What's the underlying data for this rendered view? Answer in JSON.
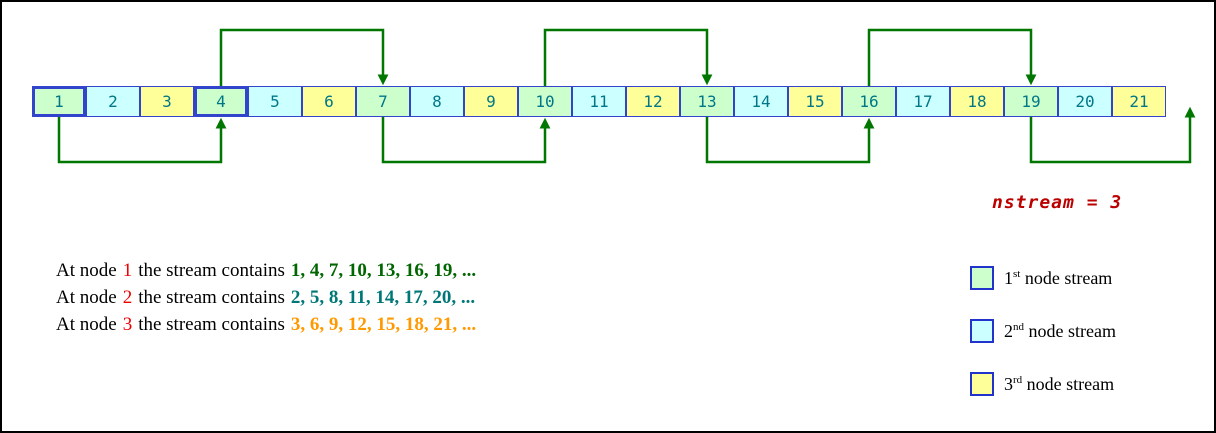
{
  "colors": {
    "stream1": "#ccffcc",
    "stream2": "#ccffff",
    "stream3": "#ffff99",
    "cell_border": "#3344cc",
    "arrow": "#007700",
    "node_red": "#ee0000",
    "seq1": "#006600",
    "seq2": "#007777",
    "seq3": "#ff9900",
    "nstream": "#bb0000"
  },
  "strip": {
    "cells": [
      {
        "value": "1",
        "stream": 1,
        "highlight": true
      },
      {
        "value": "2",
        "stream": 2,
        "highlight": false
      },
      {
        "value": "3",
        "stream": 3,
        "highlight": false
      },
      {
        "value": "4",
        "stream": 1,
        "highlight": true
      },
      {
        "value": "5",
        "stream": 2,
        "highlight": false
      },
      {
        "value": "6",
        "stream": 3,
        "highlight": false
      },
      {
        "value": "7",
        "stream": 1,
        "highlight": false
      },
      {
        "value": "8",
        "stream": 2,
        "highlight": false
      },
      {
        "value": "9",
        "stream": 3,
        "highlight": false
      },
      {
        "value": "10",
        "stream": 1,
        "highlight": false
      },
      {
        "value": "11",
        "stream": 2,
        "highlight": false
      },
      {
        "value": "12",
        "stream": 3,
        "highlight": false
      },
      {
        "value": "13",
        "stream": 1,
        "highlight": false
      },
      {
        "value": "14",
        "stream": 2,
        "highlight": false
      },
      {
        "value": "15",
        "stream": 3,
        "highlight": false
      },
      {
        "value": "16",
        "stream": 1,
        "highlight": false
      },
      {
        "value": "17",
        "stream": 2,
        "highlight": false
      },
      {
        "value": "18",
        "stream": 3,
        "highlight": false
      },
      {
        "value": "19",
        "stream": 1,
        "highlight": false
      },
      {
        "value": "20",
        "stream": 2,
        "highlight": false
      },
      {
        "value": "21",
        "stream": 3,
        "highlight": false
      }
    ],
    "top_arcs": [
      [
        4,
        7
      ],
      [
        10,
        13
      ],
      [
        16,
        19
      ]
    ],
    "bottom_arcs": [
      [
        1,
        4
      ],
      [
        7,
        10
      ],
      [
        13,
        16
      ],
      [
        19,
        null
      ]
    ]
  },
  "nstream_label": "nstream = 3",
  "sentences": [
    {
      "prefix": "At node",
      "node": "1",
      "middle": "the stream contains",
      "values": "1, 4, 7, 10, 13, 16, 19, ...",
      "stream": 1
    },
    {
      "prefix": "At node",
      "node": "2",
      "middle": "the stream contains",
      "values": "2, 5, 8, 11, 14, 17, 20, ...",
      "stream": 2
    },
    {
      "prefix": "At node",
      "node": "3",
      "middle": "the stream contains",
      "values": "3, 6, 9, 12, 15, 18, 21, ...",
      "stream": 3
    }
  ],
  "legend": [
    {
      "num": "1",
      "suffix": "st",
      "rest": " node stream",
      "stream": 1
    },
    {
      "num": "2",
      "suffix": "nd",
      "rest": " node stream",
      "stream": 2
    },
    {
      "num": "3",
      "suffix": "rd",
      "rest": " node stream",
      "stream": 3
    }
  ]
}
